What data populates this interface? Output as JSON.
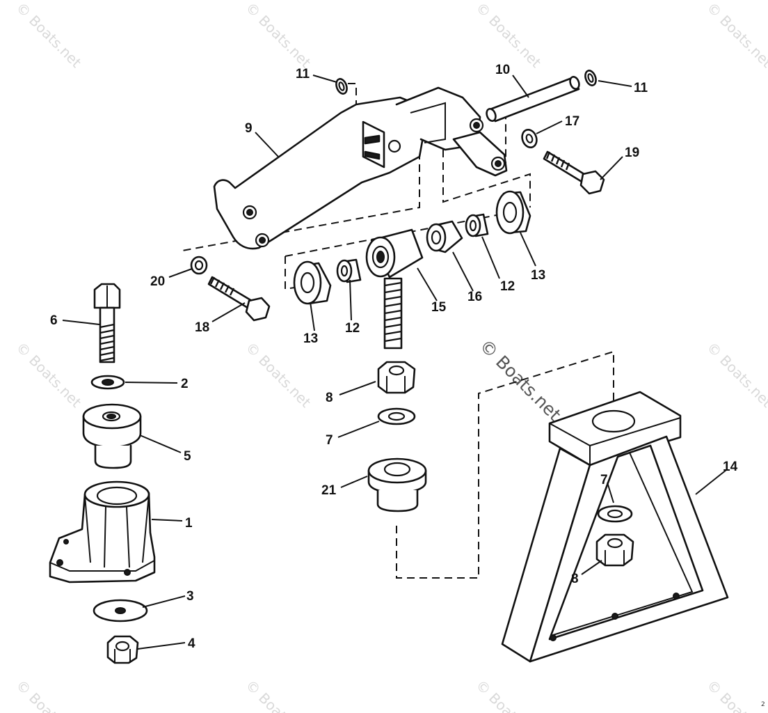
{
  "watermark": "© Boats.net",
  "page_number": "2",
  "callouts": {
    "c1": "1",
    "c2": "2",
    "c3": "3",
    "c4": "4",
    "c5": "5",
    "c6": "6",
    "c7a": "7",
    "c7b": "7",
    "c8a": "8",
    "c8b": "8",
    "c9": "9",
    "c10": "10",
    "c11a": "11",
    "c11b": "11",
    "c12a": "12",
    "c12b": "12",
    "c13a": "13",
    "c13b": "13",
    "c14": "14",
    "c15": "15",
    "c16": "16",
    "c17": "17",
    "c18": "18",
    "c19": "19",
    "c20": "20",
    "c21": "21"
  }
}
